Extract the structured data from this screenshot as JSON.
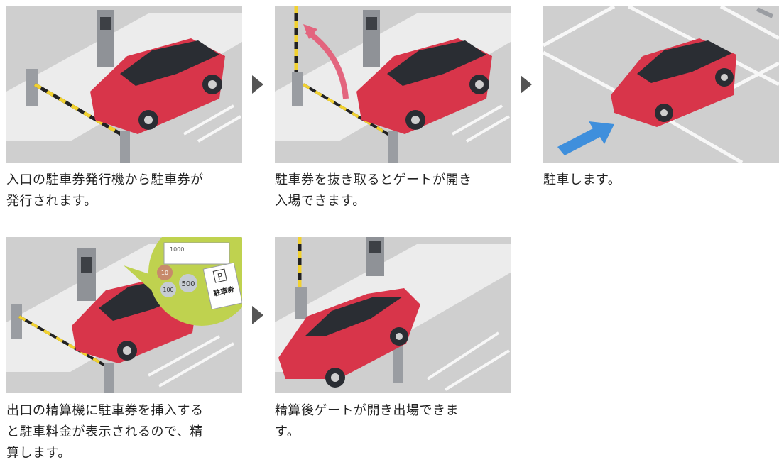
{
  "steps": [
    {
      "caption": "入口の駐車券発行機から駐車券が\n発行されます。"
    },
    {
      "caption": "駐車券を抜き取るとゲートが開き\n入場できます。"
    },
    {
      "caption": "駐車します。"
    },
    {
      "caption": "出口の精算機に駐車券を挿入する\nと駐車料金が表示されるので、精\n算します。"
    },
    {
      "caption": "精算後ゲートが開き出場できま\nす。"
    }
  ],
  "bubble": {
    "banknote": "1000",
    "coins": [
      "10",
      "100",
      "500"
    ],
    "ticket_mark": "P",
    "ticket_label": "駐車券"
  },
  "colors": {
    "car": "#d8354a",
    "road": "#cfcfcf",
    "curb": "#ececec",
    "arrow_blue": "#3f8fdc",
    "arrow_pink": "#e3657e",
    "bubble_green": "#bfd24f",
    "step_arrow": "#555555"
  }
}
